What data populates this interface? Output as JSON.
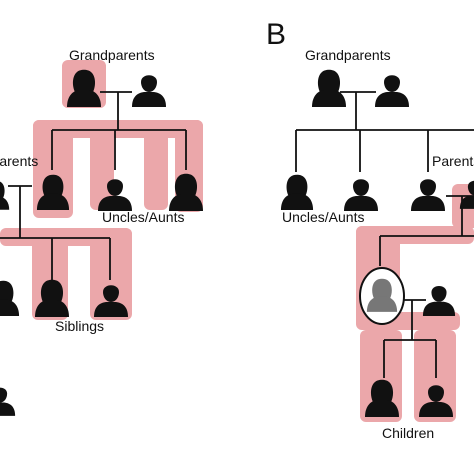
{
  "panel_b": {
    "letter": "B"
  },
  "labels": {
    "a_grandparents": "Grandparents",
    "a_parents": "Parents",
    "a_uncles_aunts": "Uncles/Aunts",
    "a_siblings": "Siblings",
    "b_grandparents": "Grandparents",
    "b_parents": "Parents",
    "b_uncles_aunts": "Uncles/Aunts",
    "b_children": "Children"
  },
  "colors": {
    "highlight": "#eba7aa",
    "figure": "#111111",
    "focal_figure": "#777777"
  },
  "icons": {
    "female": "female-person-icon",
    "male": "male-person-icon",
    "focal": "focal-person-icon"
  }
}
